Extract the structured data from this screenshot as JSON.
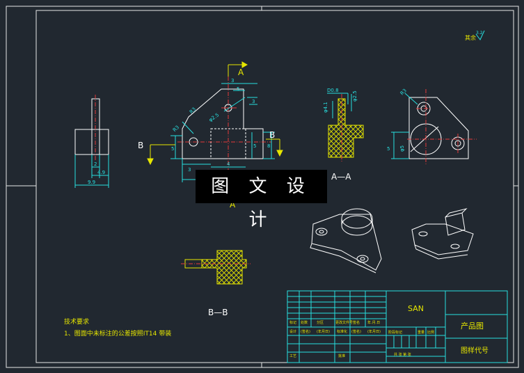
{
  "colors": {
    "background": "#212830",
    "border": "#e8e8e8",
    "part_outline": "#ffffff",
    "dimension": "#28e0e0",
    "centerline": "#e23a3a",
    "section_arrow": "#e6e600",
    "hatch": "#e6e600",
    "title_block_line": "#28e0e0",
    "title_text": "#e6e600",
    "watermark_bg": "#000000",
    "watermark_text": "#ffffff"
  },
  "watermark": {
    "text": "图 文 设 计"
  },
  "corner_mark": {
    "text": "其余",
    "roughness": "3.2"
  },
  "section_labels": {
    "a_top": "A",
    "a_bottom": "A",
    "b_left": "B",
    "b_right": "B",
    "aa_caption": "A—A",
    "bb_caption": "B—B"
  },
  "dims": {
    "side_w1": "2",
    "side_w2": "4.9",
    "side_w3": "9.9",
    "front_top1": "3",
    "front_top2": "5",
    "front_right": "3",
    "front_r1": "R3",
    "front_r2": "R3",
    "front_dia": "φ2.5",
    "front_len": "5",
    "front_right2": "8",
    "front_right3": "5",
    "front_bot1": "3",
    "front_bot2": "4",
    "aa_top1": "D0.8",
    "aa_top2": "φ2.5",
    "aa_left": "φ4.1",
    "right_r": "R3",
    "right_dia": "φ5",
    "right_len": "5"
  },
  "tech_notes": {
    "title": "技术要求",
    "line1": "1、图面中未标注的公差按照IT14 带装"
  },
  "title_block": {
    "company": "SAN",
    "drawing_name": "产品图",
    "drawing_code": "图样代号",
    "hdr_mark": "标记",
    "hdr_count": "处数",
    "hdr_zone": "分区",
    "hdr_change": "更改文件号",
    "hdr_sign": "签名",
    "hdr_date": "年.月.日",
    "row_design": "设计",
    "row_sign": "(签名)",
    "row_date": "(年月日)",
    "row_std": "标准化",
    "row_sign2": "(签名)",
    "row_date2": "(年月日)",
    "stage": "阶段标记",
    "weight": "重量",
    "scale": "比例",
    "row_craft": "工艺",
    "approve": "批准",
    "sheet": "共 张 第 张"
  }
}
